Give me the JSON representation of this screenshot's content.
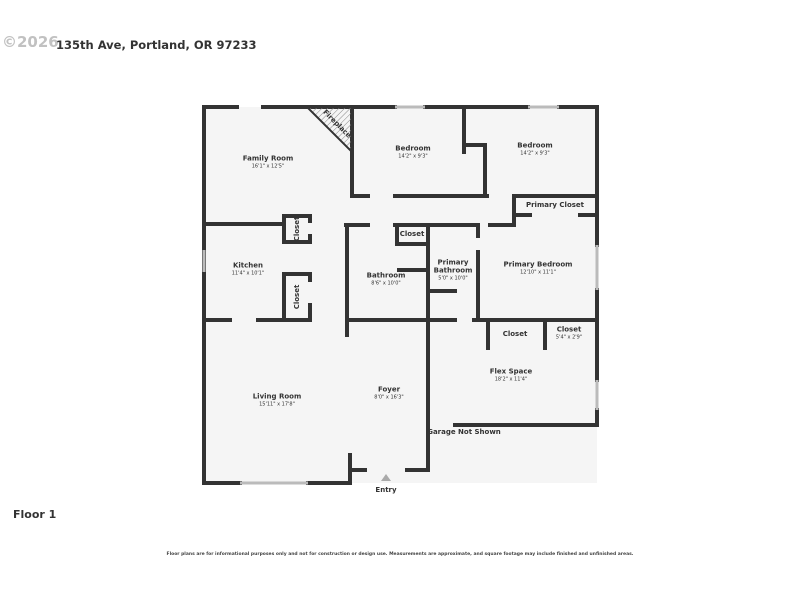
{
  "header": {
    "watermark": "©2026",
    "address": "135th Ave, Portland, OR 97233"
  },
  "rooms": [
    {
      "name": "Family Room",
      "dims": "16'1\" x 12'5\""
    },
    {
      "name": "Bedroom",
      "dims": "14'2\" x 9'3\""
    },
    {
      "name": "Bedroom",
      "dims": "14'2\" x 9'3\""
    },
    {
      "name": "Primary Closet",
      "dims": ""
    },
    {
      "name": "Kitchen",
      "dims": "11'4\" x 10'1\""
    },
    {
      "name": "Bathroom",
      "dims": "8'6\" x 10'0\""
    },
    {
      "name": "Primary Bathroom",
      "dims": "5'0\" x 10'0\""
    },
    {
      "name": "Primary Bedroom",
      "dims": "12'10\" x 11'1\""
    },
    {
      "name": "Living Room",
      "dims": "15'11\" x 17'8\""
    },
    {
      "name": "Foyer",
      "dims": "8'0\" x 16'3\""
    },
    {
      "name": "Flex Space",
      "dims": "18'2\" x 11'4\""
    },
    {
      "name": "Closet",
      "dims": ""
    },
    {
      "name": "Closet",
      "dims": "5'4\" x 2'9\""
    }
  ],
  "labels": {
    "fireplace": "Fireplace",
    "closet_small": "Closet",
    "closet_family": "Closet",
    "closet_kitchen": "Closet",
    "garage": "Garage Not Shown",
    "entry": "Entry"
  },
  "floor": "Floor 1",
  "disclaimer": "Floor plans are for informational purposes only and not for construction or design use. Measurements are approximate, and square footage may include finished and unfinished areas.",
  "colors": {
    "wall": "#333333",
    "floor": "#f5f5f5"
  }
}
